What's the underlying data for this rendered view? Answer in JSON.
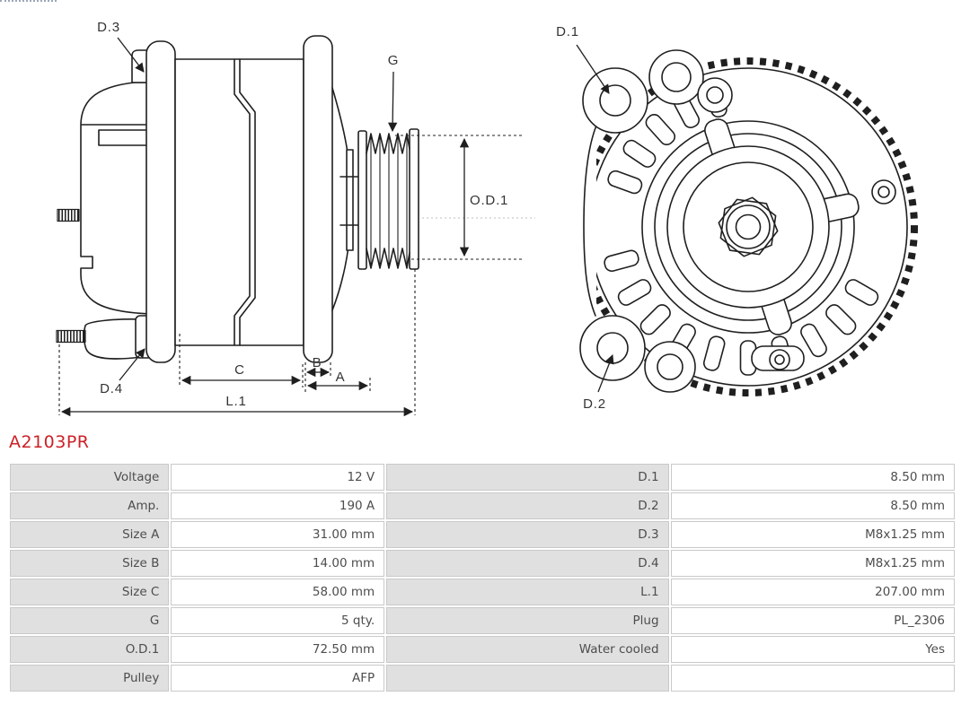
{
  "part_number": "A2103PR",
  "side_view": {
    "labels": {
      "d3": "D.3",
      "g": "G",
      "od1": "O.D.1",
      "d4": "D.4",
      "c": "C",
      "b": "B",
      "a": "A",
      "l1": "L.1"
    }
  },
  "front_view": {
    "labels": {
      "d1": "D.1",
      "d2": "D.2"
    }
  },
  "spec_table": {
    "rows": [
      {
        "c0": "Voltage",
        "c1": "12 V",
        "c2": "D.1",
        "c3": "8.50 mm"
      },
      {
        "c0": "Amp.",
        "c1": "190 A",
        "c2": "D.2",
        "c3": "8.50 mm"
      },
      {
        "c0": "Size A",
        "c1": "31.00 mm",
        "c2": "D.3",
        "c3": "M8x1.25 mm"
      },
      {
        "c0": "Size B",
        "c1": "14.00 mm",
        "c2": "D.4",
        "c3": "M8x1.25 mm"
      },
      {
        "c0": "Size C",
        "c1": "58.00 mm",
        "c2": "L.1",
        "c3": "207.00 mm"
      },
      {
        "c0": "G",
        "c1": "5 qty.",
        "c2": "Plug",
        "c3": "PL_2306"
      },
      {
        "c0": "O.D.1",
        "c1": "72.50 mm",
        "c2": "Water cooled",
        "c3": "Yes"
      },
      {
        "c0": "Pulley",
        "c1": "AFP",
        "c2": "",
        "c3": ""
      }
    ]
  },
  "colors": {
    "part_number_red": "#cc2127",
    "label_cell_bg": "#e0e0e0",
    "cell_border": "#c9c9c9",
    "table_text": "#4d4d4d",
    "drawing_line": "#1f1f1f"
  }
}
